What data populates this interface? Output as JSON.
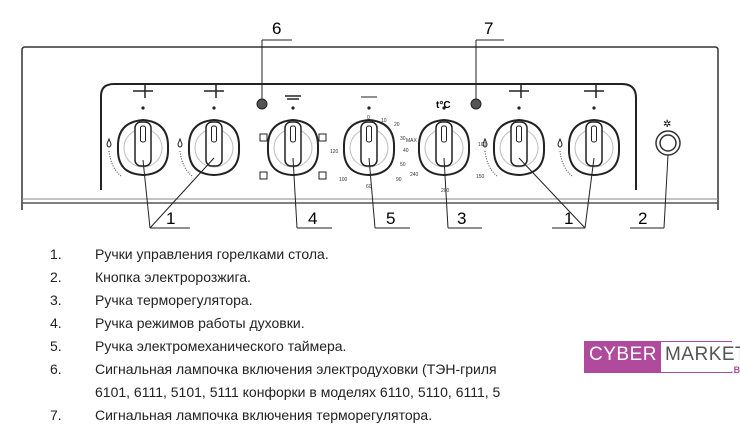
{
  "callouts": {
    "top": [
      "6",
      "7"
    ],
    "bottom": [
      "1",
      "4",
      "5",
      "3",
      "1",
      "2"
    ]
  },
  "timer_marks": [
    "0",
    "10",
    "20",
    "30",
    "40",
    "50",
    "60",
    "120",
    "100",
    "90",
    "MAX"
  ],
  "thermo_marks": [
    "100",
    "150",
    "200",
    "240"
  ],
  "legend": [
    {
      "num": "1.",
      "text": "Ручки управления горелками стола."
    },
    {
      "num": "2.",
      "text": "Кнопка электророзжига."
    },
    {
      "num": "3.",
      "text": "Ручка терморегулятора."
    },
    {
      "num": "4.",
      "text": "Ручка режимов работы духовки."
    },
    {
      "num": "5.",
      "text": "Ручка электромеханического таймера."
    },
    {
      "num": "6.",
      "text": "Сигнальная лампочка включения электродуховки (ТЭН-гриля"
    },
    {
      "num": "",
      "text": "6101, 6111, 5101, 5111 конфорки в моделях 6110, 5110, 6111, 5"
    },
    {
      "num": "7.",
      "text": "Сигнальная лампочка включения терморегулятора."
    }
  ],
  "watermark": {
    "part1": "CYBER",
    "part2": "MARKET",
    "suffix": ".BY",
    "color": "#b04a9c"
  }
}
